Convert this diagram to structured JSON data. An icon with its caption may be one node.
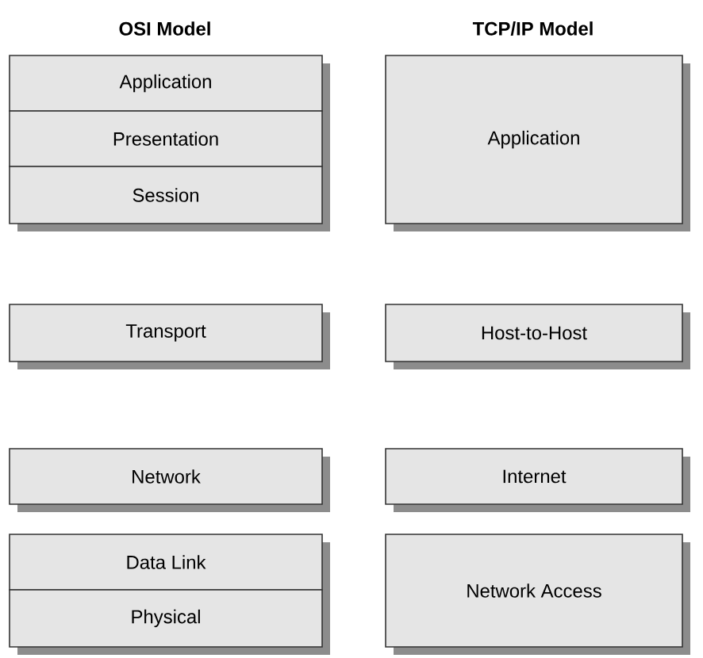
{
  "diagram": {
    "nodes": [
      {
        "text": [
          "Application"
        ]
      },
      {
        "text": [
          "Presentation"
        ]
      },
      {
        "text": [
          "Session"
        ]
      },
      {
        "text": [
          "Transport"
        ]
      },
      {
        "text": [
          "Network"
        ]
      },
      {
        "text": [
          "Data Link"
        ]
      },
      {
        "text": [
          "Physical"
        ]
      },
      {
        "text": [
          "Application"
        ]
      },
      {
        "text": [
          "Host-to-Host"
        ]
      },
      {
        "text": [
          "Internet"
        ]
      },
      {
        "text": [
          "Network Access"
        ]
      }
    ],
    "labels": [
      "OSI Model",
      "TCP/IP Model"
    ]
  }
}
